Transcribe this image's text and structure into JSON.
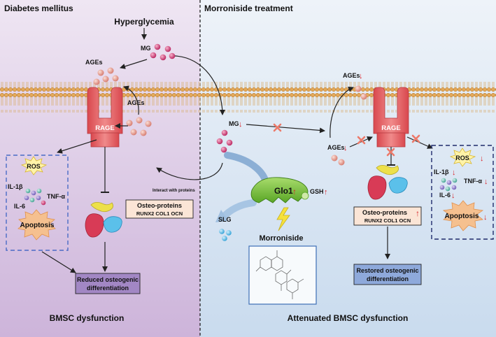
{
  "left_panel": {
    "title": "Diabetes mellitus",
    "footer": "BMSC dysfunction",
    "hyperglycemia": "Hyperglycemia",
    "mg": "MG",
    "ages_top": "AGEs",
    "ages_mid": "AGEs",
    "rage": "RAGE",
    "inflam": {
      "ros": "ROS",
      "il1b": "IL-1β",
      "tnfa": "TNF-α",
      "il6": "IL-6",
      "apoptosis": "Apoptosis"
    },
    "interact": "Interact with proteins",
    "osteo_title": "Osteo-proteins",
    "osteo_genes": "RUNX2 COL1 OCN",
    "outcome_line1": "Reduced osteogenic",
    "outcome_line2": "differentiation"
  },
  "right_panel": {
    "title": "Morroniside treatment",
    "footer": "Attenuated BMSC dysfunction",
    "mg": "MG",
    "ages_top": "AGEs",
    "ages_mid": "AGEs",
    "rage": "RAGE",
    "glo1": "Glo1",
    "gsh": "GSH",
    "slg": "SLG",
    "morroniside": "Morroniside",
    "inflam": {
      "ros": "ROS",
      "il1b": "IL-1β",
      "tnfa": "TNF-α",
      "il6": "IL-6",
      "apoptosis": "Apoptosis"
    },
    "osteo_title": "Osteo-proteins",
    "osteo_genes": "RUNX2 COL1 OCN",
    "outcome_line1": "Restored osteogenic",
    "outcome_line2": "differentiation"
  },
  "colors": {
    "left_bg": "#d8c3e2",
    "right_bg": "#d7e4f1",
    "rage": "#e35a5e",
    "sphere_pink": "#cc2f6a",
    "sphere_salmon": "#e79b8d",
    "sphere_blue": "#4fb8e6",
    "glo1_green": "#7cc23a",
    "up_down_arrow": "#d9252a",
    "x_mark": "#ec7a6a",
    "outcome_box": "#8ea9db"
  }
}
